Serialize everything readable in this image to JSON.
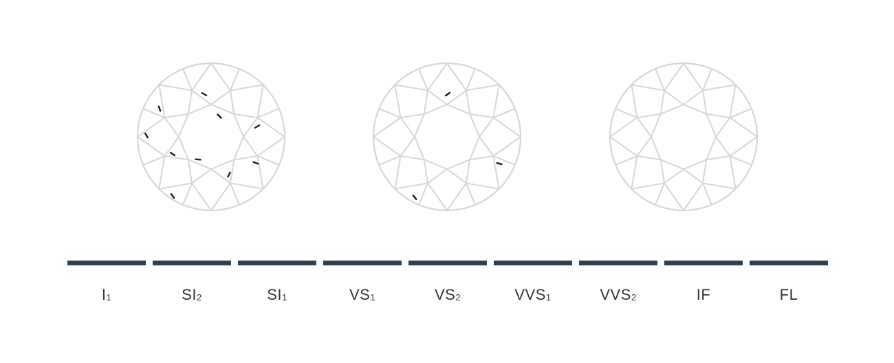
{
  "colors": {
    "facet": "#d4d6da",
    "inclusion": "#1a1a1a",
    "bar": "#2f3e50",
    "label": "#333333"
  },
  "diamonds": [
    {
      "name": "included-diamond",
      "inclusions": 10
    },
    {
      "name": "very-slightly-included-diamond",
      "inclusions": 3
    },
    {
      "name": "flawless-diamond",
      "inclusions": 0
    }
  ],
  "grades": [
    {
      "base": "I",
      "sub": "1"
    },
    {
      "base": "SI",
      "sub": "2"
    },
    {
      "base": "SI",
      "sub": "1"
    },
    {
      "base": "VS",
      "sub": "1"
    },
    {
      "base": "VS",
      "sub": "2"
    },
    {
      "base": "VVS",
      "sub": "1"
    },
    {
      "base": "VVS",
      "sub": "2"
    },
    {
      "base": "IF",
      "sub": ""
    },
    {
      "base": "FL",
      "sub": ""
    }
  ]
}
